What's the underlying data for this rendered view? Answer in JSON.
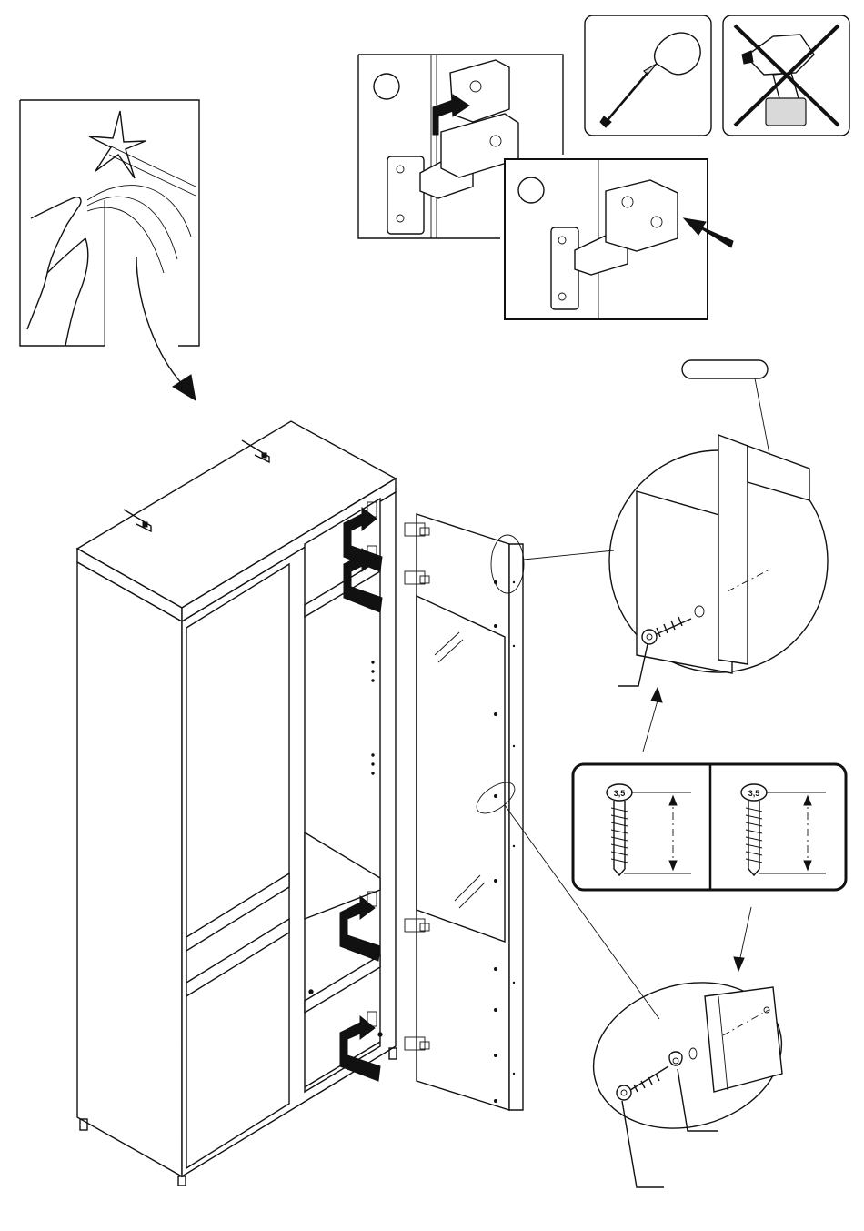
{
  "figure": {
    "kind": "assembly-instruction-step",
    "text_labels": {
      "screw_head_marking_left": "3,5",
      "screw_head_marking_right": "3,5"
    },
    "icons": {
      "tool_allowed": "screwdriver-icon",
      "tool_forbidden": "cordless-drill-crossed-icon",
      "detail_step_markers": [
        "step-marker-circle",
        "step-marker-circle"
      ]
    },
    "callouts": [
      "finger-snap-hinge-detail",
      "hinge-clip-detail-step-1",
      "hinge-clip-detail-step-2",
      "top-pin-detail",
      "screw-type-detail",
      "middle-screw-detail"
    ],
    "colors": {
      "ink": "#111111",
      "paper": "#ffffff",
      "shade": "#d9d9d9"
    }
  }
}
